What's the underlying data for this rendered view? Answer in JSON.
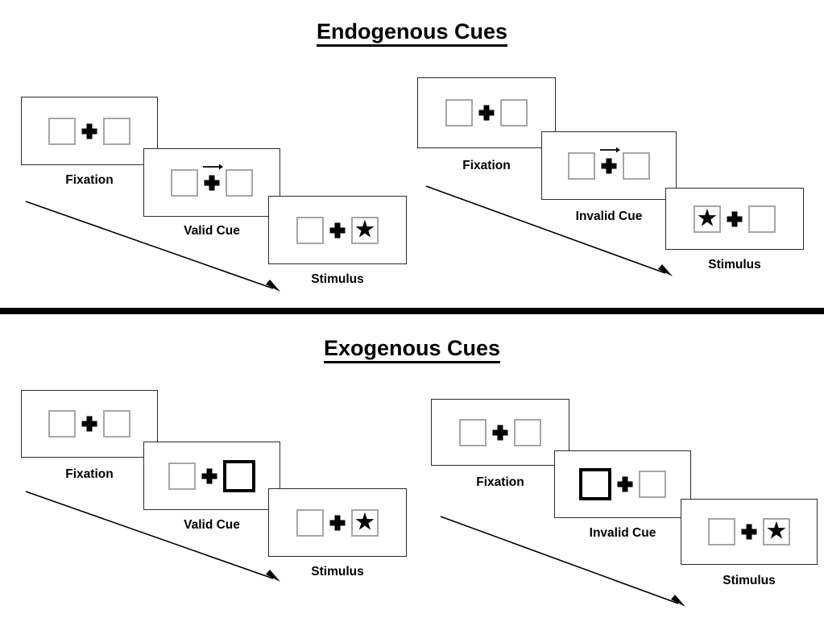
{
  "figure": {
    "sections": [
      {
        "id": "endogenous",
        "title": "Endogenous Cues",
        "trials": [
          {
            "id": "endogenous-valid",
            "validity": "valid",
            "steps": [
              {
                "label": "Fixation",
                "cue": "none",
                "cue_side": "none",
                "target": "none"
              },
              {
                "label": "Valid Cue",
                "cue": "arrow",
                "cue_side": "right",
                "target": "none"
              },
              {
                "label": "Stimulus",
                "cue": "none",
                "cue_side": "none",
                "target": "right"
              }
            ]
          },
          {
            "id": "endogenous-invalid",
            "validity": "invalid",
            "steps": [
              {
                "label": "Fixation",
                "cue": "none",
                "cue_side": "none",
                "target": "none"
              },
              {
                "label": "Invalid Cue",
                "cue": "arrow",
                "cue_side": "right",
                "target": "none"
              },
              {
                "label": "Stimulus",
                "cue": "none",
                "cue_side": "none",
                "target": "left"
              }
            ]
          }
        ]
      },
      {
        "id": "exogenous",
        "title": "Exogenous Cues",
        "trials": [
          {
            "id": "exogenous-valid",
            "validity": "valid",
            "steps": [
              {
                "label": "Fixation",
                "cue": "none",
                "cue_side": "none",
                "target": "none"
              },
              {
                "label": "Valid Cue",
                "cue": "box-flash",
                "cue_side": "right",
                "target": "none"
              },
              {
                "label": "Stimulus",
                "cue": "none",
                "cue_side": "none",
                "target": "right"
              }
            ]
          },
          {
            "id": "exogenous-invalid",
            "validity": "invalid",
            "steps": [
              {
                "label": "Fixation",
                "cue": "none",
                "cue_side": "none",
                "target": "none"
              },
              {
                "label": "Invalid Cue",
                "cue": "box-flash",
                "cue_side": "left",
                "target": "none"
              },
              {
                "label": "Stimulus",
                "cue": "none",
                "cue_side": "none",
                "target": "right"
              }
            ]
          }
        ]
      }
    ],
    "glyphs": {
      "fixation_cross": "fixation-cross",
      "target_star": "★",
      "cue_arrow": "arrow-right-icon",
      "time_arrow": "time-flow-arrow"
    },
    "colors": {
      "ink": "#000000",
      "frame_border": "#2b2b2b",
      "placeholder_border": "#a6a6a6",
      "cue_border": "#000000",
      "background": "#ffffff"
    }
  }
}
